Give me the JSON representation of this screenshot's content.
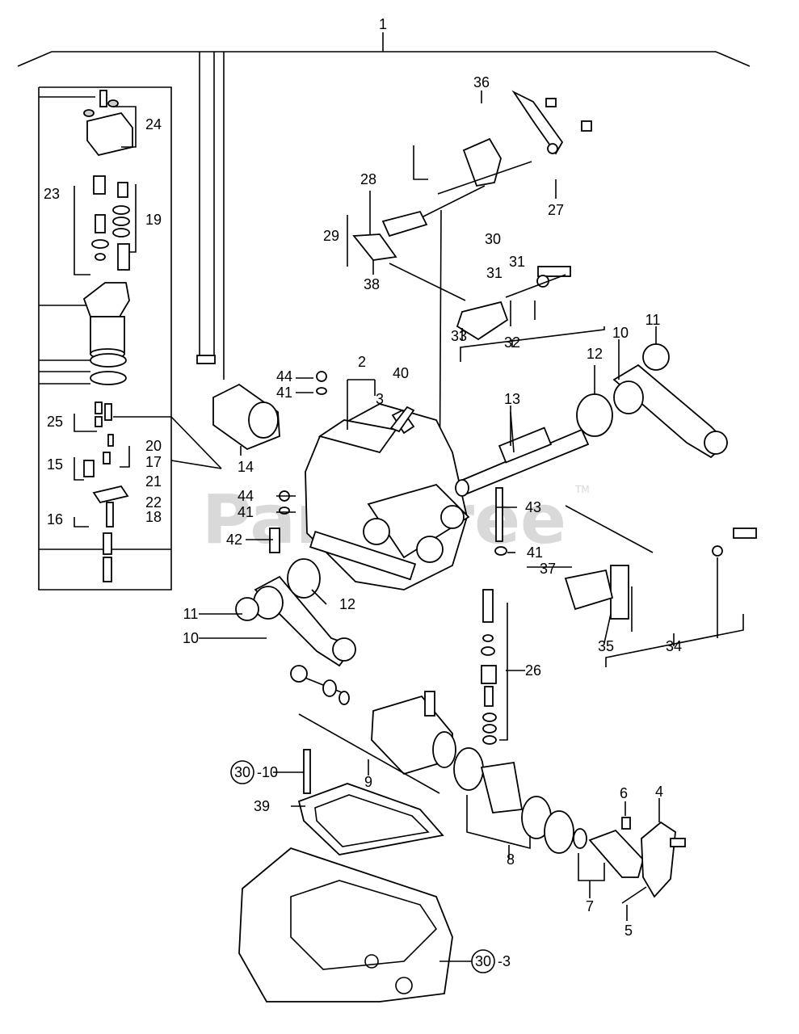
{
  "watermark": {
    "text": "PartsTree",
    "tm": "TM"
  },
  "callouts": {
    "c1": "1",
    "c2": "2",
    "c3": "3",
    "c4": "4",
    "c5": "5",
    "c6": "6",
    "c7": "7",
    "c8": "8",
    "c9": "9",
    "c10a": "10",
    "c10b": "10",
    "c11a": "11",
    "c11b": "11",
    "c12a": "12",
    "c12b": "12",
    "c13": "13",
    "c14": "14",
    "c15": "15",
    "c16": "16",
    "c17": "17",
    "c18": "18",
    "c19": "19",
    "c20": "20",
    "c21": "21",
    "c22": "22",
    "c23": "23",
    "c24": "24",
    "c25": "25",
    "c26": "26",
    "c27": "27",
    "c28": "28",
    "c29": "29",
    "c30": "30",
    "c31a": "31",
    "c31b": "31",
    "c32": "32",
    "c33": "33",
    "c34": "34",
    "c35": "35",
    "c36": "36",
    "c37": "37",
    "c38": "38",
    "c39": "39",
    "c40": "40",
    "c41a": "41",
    "c41b": "41",
    "c41c": "41",
    "c42": "42",
    "c43": "43",
    "c44a": "44",
    "c44b": "44"
  },
  "refs": {
    "r1_num": "30",
    "r1_suffix": "-10",
    "r2_num": "30",
    "r2_suffix": "-3"
  }
}
